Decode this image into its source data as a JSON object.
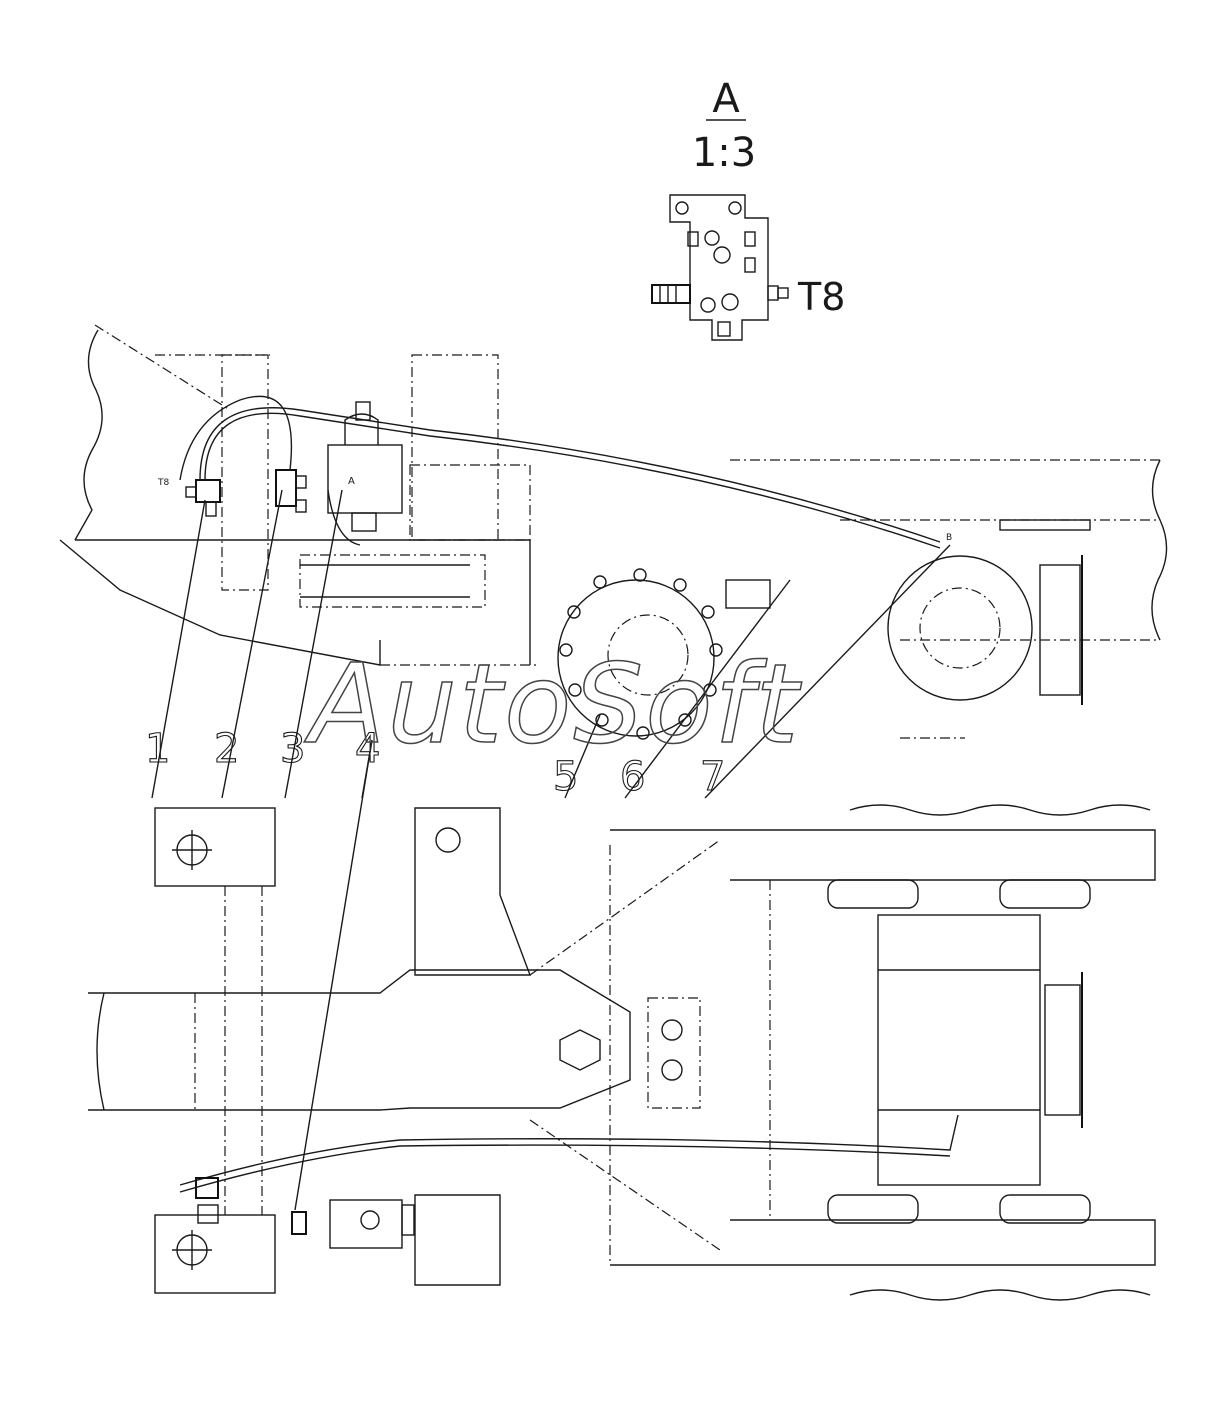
{
  "detail_view": {
    "letter": "A",
    "scale": "1:3",
    "port_label": "T8"
  },
  "small_labels": {
    "view_mark": "A",
    "port_mark": "B",
    "valve_tag": "T8"
  },
  "callouts": [
    "1",
    "2",
    "3",
    "4",
    "5",
    "6",
    "7"
  ],
  "watermark": "AutoSoft"
}
